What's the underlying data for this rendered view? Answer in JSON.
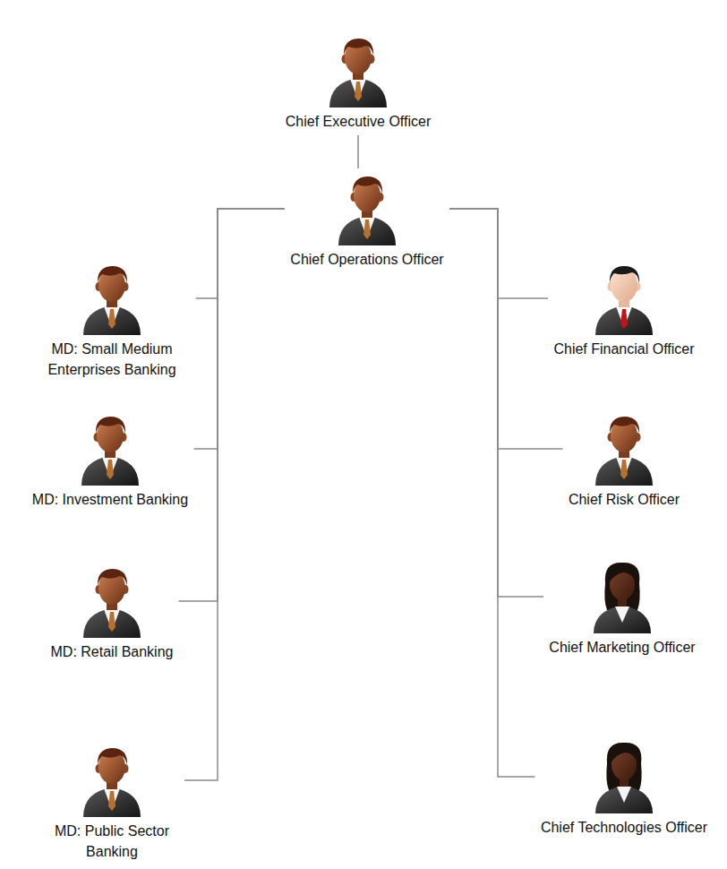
{
  "diagram": {
    "nodes": [
      {
        "text": [
          "Chief Executive Officer"
        ]
      },
      {
        "text": [
          "Chief Operations Officer"
        ]
      },
      {
        "text": [
          "MD: Small Medium Enterprises Banking"
        ]
      },
      {
        "text": [
          "MD: Investment Banking"
        ]
      },
      {
        "text": [
          "MD: Retail Banking"
        ]
      },
      {
        "text": [
          "MD: Public Sector Banking"
        ]
      },
      {
        "text": [
          "Chief Financial Officer"
        ]
      },
      {
        "text": [
          "Chief Risk Officer"
        ]
      },
      {
        "text": [
          "Chief Marketing Officer"
        ]
      },
      {
        "text": [
          "Chief Technologies Officer"
        ]
      }
    ],
    "edges": [
      {
        "from": 0,
        "to": 1,
        "arrow": "none"
      },
      {
        "from": 1,
        "to": 2,
        "arrow": "none"
      },
      {
        "from": 1,
        "to": 3,
        "arrow": "none"
      },
      {
        "from": 1,
        "to": 4,
        "arrow": "none"
      },
      {
        "from": 1,
        "to": 5,
        "arrow": "none"
      },
      {
        "from": 1,
        "to": 6,
        "arrow": "none"
      },
      {
        "from": 1,
        "to": 7,
        "arrow": "none"
      },
      {
        "from": 1,
        "to": 8,
        "arrow": "none"
      },
      {
        "from": 1,
        "to": 9,
        "arrow": "none"
      }
    ]
  }
}
